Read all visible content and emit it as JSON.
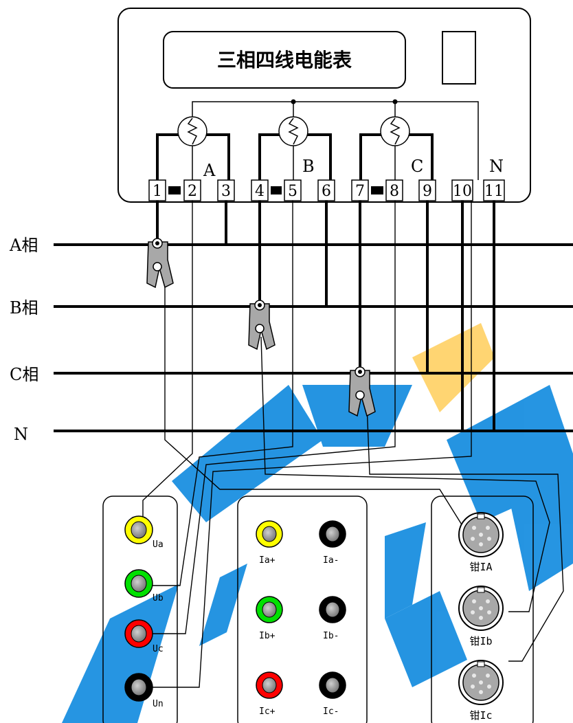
{
  "meter": {
    "title": "三相四线电能表",
    "phase_marks": [
      "A",
      "B",
      "C",
      "N"
    ],
    "terminals": [
      "1",
      "2",
      "3",
      "4",
      "5",
      "6",
      "7",
      "8",
      "9",
      "10",
      "11"
    ]
  },
  "lines": {
    "phase_a": "A相",
    "phase_b": "B相",
    "phase_c": "C相",
    "neutral": "N"
  },
  "voltage_panel": {
    "jacks": [
      {
        "label": "Ua",
        "color": "#ffff00"
      },
      {
        "label": "Ub",
        "color": "#00e000"
      },
      {
        "label": "Uc",
        "color": "#ff0000"
      },
      {
        "label": "Un",
        "color": "#000000"
      }
    ]
  },
  "current_panel": {
    "jacks": [
      {
        "label": "Ia+",
        "color": "#ffff00"
      },
      {
        "label": "Ia-",
        "color": "#000000"
      },
      {
        "label": "Ib+",
        "color": "#00e000"
      },
      {
        "label": "Ib-",
        "color": "#000000"
      },
      {
        "label": "Ic+",
        "color": "#ff0000"
      },
      {
        "label": "Ic-",
        "color": "#000000"
      }
    ]
  },
  "clamp_panel": {
    "connectors": [
      {
        "label": "钳IA"
      },
      {
        "label": "钳Ib"
      },
      {
        "label": "钳Ic"
      }
    ]
  },
  "colors": {
    "watermark_blue": "#1a8fe0",
    "watermark_yellow": "#ffd36b",
    "clamp_gray": "#a8a8a8",
    "jack_core": "#8c8c8c"
  }
}
